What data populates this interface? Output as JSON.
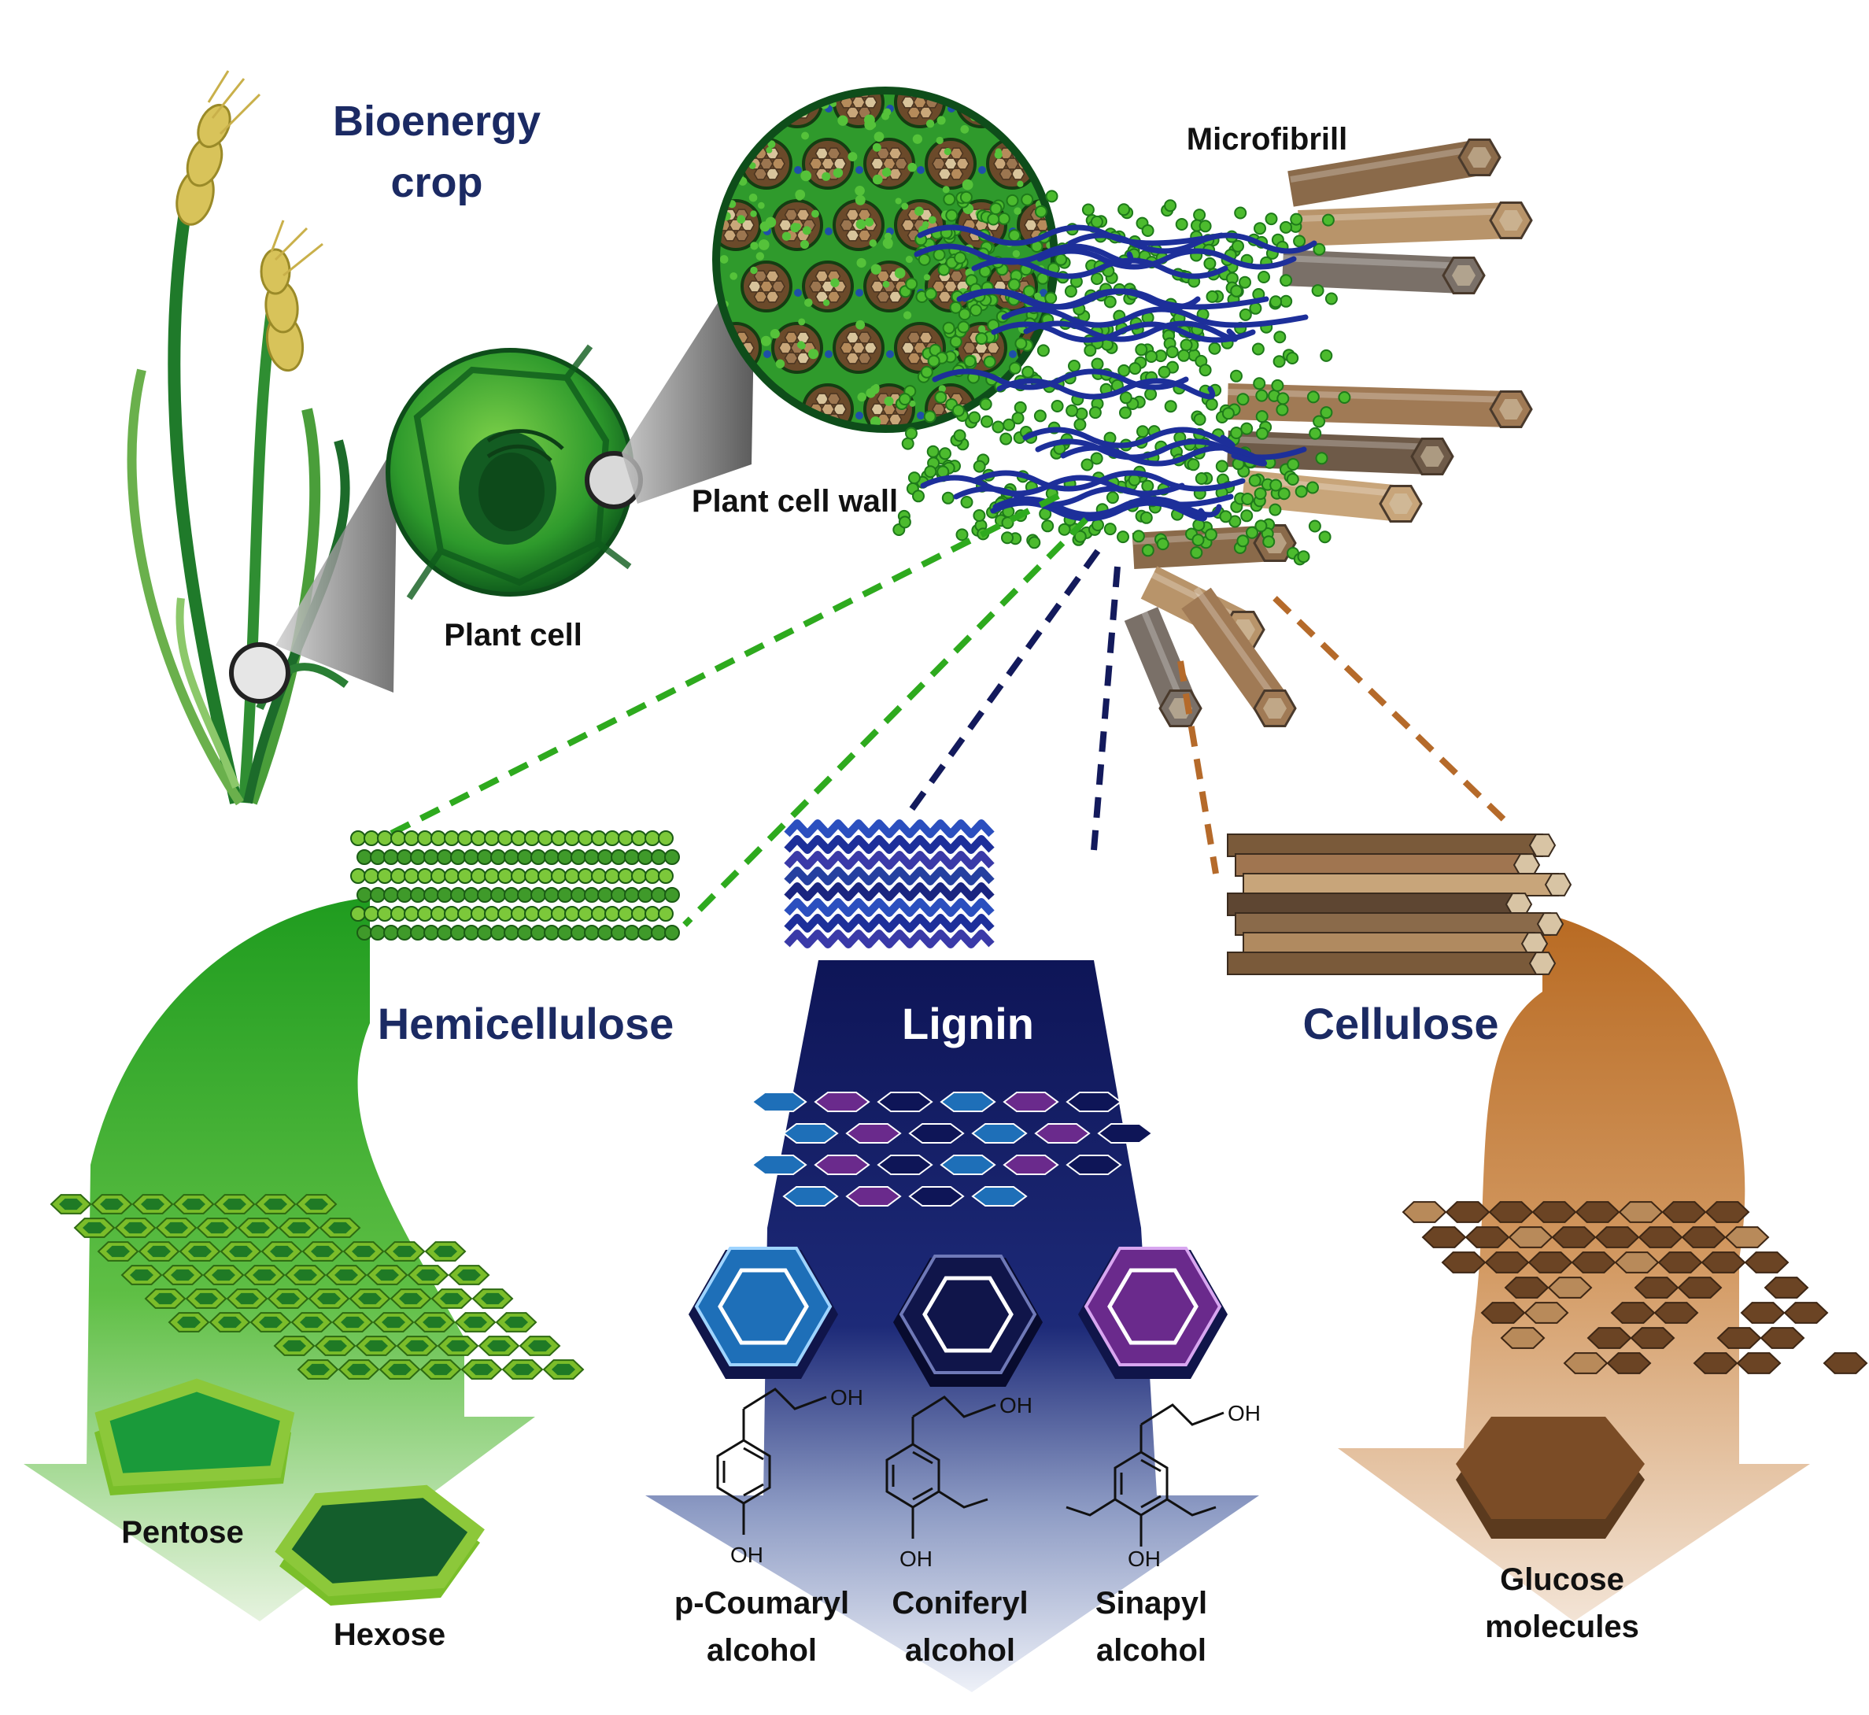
{
  "labels": {
    "title_line1": "Bioenergy",
    "title_line2": "crop",
    "microfibril": "Microfibrill",
    "plant_cell_wall": "Plant cell wall",
    "plant_cell": "Plant cell",
    "hemicellulose": "Hemicellulose",
    "lignin": "Lignin",
    "cellulose": "Cellulose",
    "pentose": "Pentose",
    "hexose": "Hexose",
    "glucose_line1": "Glucose",
    "glucose_line2": "molecules",
    "coumaryl_line1": "p-Coumaryl",
    "coumaryl_line2": "alcohol",
    "coniferyl_line1": "Coniferyl",
    "coniferyl_line2": "alcohol",
    "sinapyl_line1": "Sinapyl",
    "sinapyl_line2": "alcohol"
  },
  "chem": {
    "oh": "OH"
  },
  "colors": {
    "navy_text": "#1b2a63",
    "hemicellulose_green": "#2fa32a",
    "lignin_navy": "#131a5c",
    "cellulose_brown": "#a8612a",
    "lignin_blue": "#1e6fb8",
    "lignin_purple": "#6a2a8c"
  },
  "icons": [
    "wheat-plant-icon",
    "plant-cell-icon",
    "cell-wall-cross-section-icon",
    "microfibril-bundle-icon",
    "hexagon-ring-icon"
  ]
}
